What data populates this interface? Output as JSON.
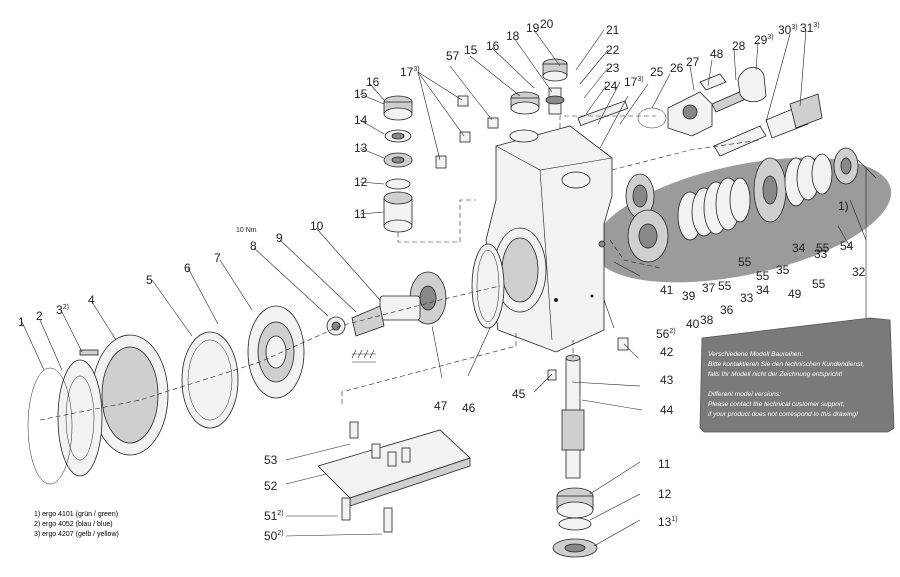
{
  "parts": [
    {
      "label": "1"
    },
    {
      "label": "2"
    },
    {
      "label": "3",
      "sup": "2)"
    },
    {
      "label": "4"
    },
    {
      "label": "5"
    },
    {
      "label": "6"
    },
    {
      "label": "7"
    },
    {
      "label": "8"
    },
    {
      "label": "9"
    },
    {
      "label": "10"
    },
    {
      "label": "11"
    },
    {
      "label": "12"
    },
    {
      "label": "13"
    },
    {
      "label": "14"
    },
    {
      "label": "15"
    },
    {
      "label": "16"
    },
    {
      "label": "17",
      "sup": "3)"
    },
    {
      "label": "57"
    },
    {
      "label": "15"
    },
    {
      "label": "16"
    },
    {
      "label": "18"
    },
    {
      "label": "19"
    },
    {
      "label": "20"
    },
    {
      "label": "21"
    },
    {
      "label": "22"
    },
    {
      "label": "23"
    },
    {
      "label": "17",
      "sup": "3)"
    },
    {
      "label": "24"
    },
    {
      "label": "25"
    },
    {
      "label": "26"
    },
    {
      "label": "27"
    },
    {
      "label": "48"
    },
    {
      "label": "28"
    },
    {
      "label": "29",
      "sup": "3)"
    },
    {
      "label": "30",
      "sup": "3)"
    },
    {
      "label": "31",
      "sup": "3)"
    },
    {
      "label": "1)"
    },
    {
      "label": "54"
    },
    {
      "label": "32"
    },
    {
      "label": "55"
    },
    {
      "label": "33"
    },
    {
      "label": "34"
    },
    {
      "label": "35"
    },
    {
      "label": "55"
    },
    {
      "label": "55"
    },
    {
      "label": "37"
    },
    {
      "label": "55"
    },
    {
      "label": "49"
    },
    {
      "label": "33"
    },
    {
      "label": "34"
    },
    {
      "label": "55"
    },
    {
      "label": "36"
    },
    {
      "label": "38"
    },
    {
      "label": "39"
    },
    {
      "label": "40"
    },
    {
      "label": "41"
    },
    {
      "label": "56",
      "sup": "2)"
    },
    {
      "label": "42"
    },
    {
      "label": "43"
    },
    {
      "label": "44"
    },
    {
      "label": "45"
    },
    {
      "label": "46"
    },
    {
      "label": "47"
    },
    {
      "label": "11"
    },
    {
      "label": "12"
    },
    {
      "label": "13",
      "sup": "1)"
    },
    {
      "label": "53"
    },
    {
      "label": "52"
    },
    {
      "label": "51",
      "sup": "2)"
    },
    {
      "label": "50",
      "sup": "2)"
    }
  ],
  "torque": "10 Nm",
  "legend": [
    "1) ergo 4101 (grün / green)",
    "2) ergo 4052 (blau / blue)",
    "3) ergo 4207 (gelb / yellow)"
  ],
  "note": {
    "de_title": "Verschiedene Modell Baureihen:",
    "de_line1": "Bitte kontaktieren Sie  den technischen Kundendienst,",
    "de_line2": "falls Ihr Modell nicht der Zeichnung entspricht!",
    "en_title": "Different model versions:",
    "en_line1": "Please contact the technical customer support,",
    "en_line2": "if your product does not correspond to this drawing!"
  },
  "colors": {
    "note_box": "#7a7a7a",
    "highlight": "#8a8a8a",
    "line": "#222222"
  }
}
